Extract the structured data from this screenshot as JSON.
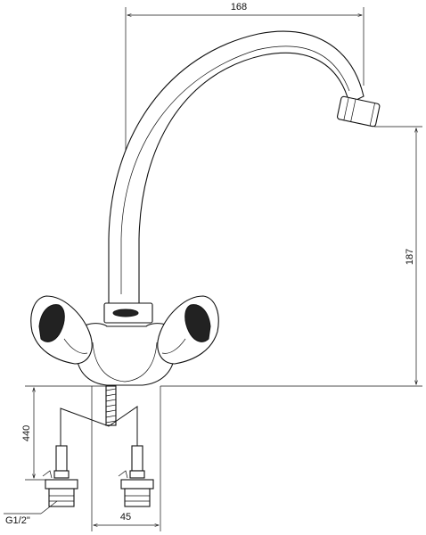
{
  "drawing": {
    "dimensions": {
      "spout_reach": "168",
      "spout_height": "187",
      "hose_length": "440",
      "inlet_spacing": "45",
      "thread": "G1/2\""
    }
  }
}
